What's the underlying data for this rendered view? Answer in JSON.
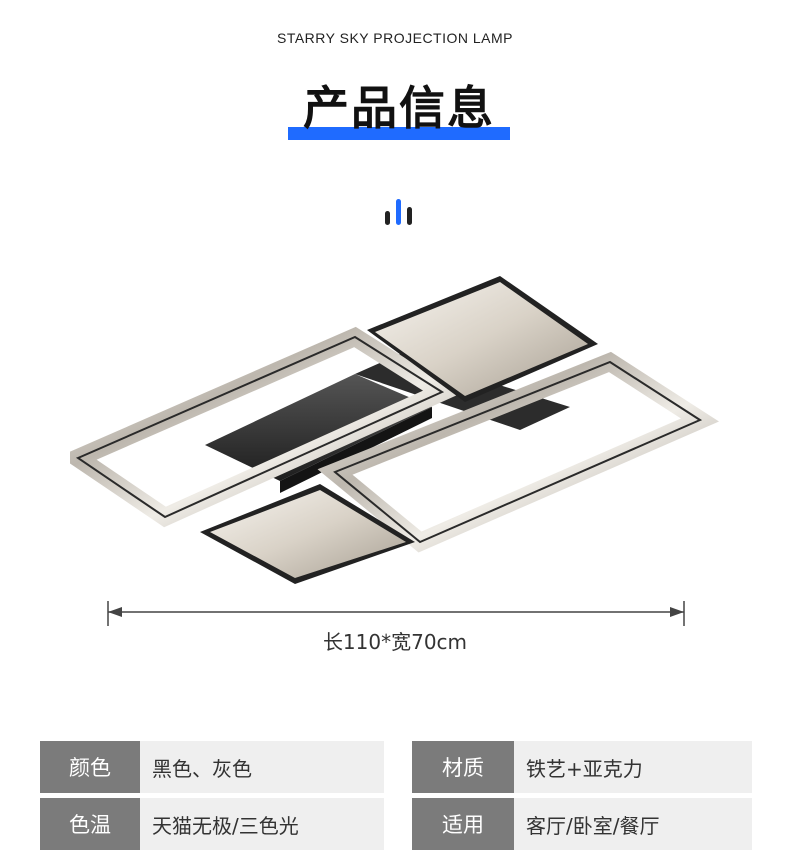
{
  "header": {
    "eyebrow": "STARRY SKY PROJECTION LAMP",
    "title": "产品信息",
    "accent_color": "#1f6bff"
  },
  "product_image": {
    "description_icon": "lamp-illustration",
    "frame_color": "#2b2b2b"
  },
  "dimension": {
    "label": "长110*宽70cm"
  },
  "specs": [
    {
      "key": "颜色",
      "value": "黑色、灰色"
    },
    {
      "key": "材质",
      "value": "铁艺+亚克力"
    },
    {
      "key": "色温",
      "value": "天猫无极/三色光"
    },
    {
      "key": "适用",
      "value": "客厅/卧室/餐厅"
    }
  ]
}
